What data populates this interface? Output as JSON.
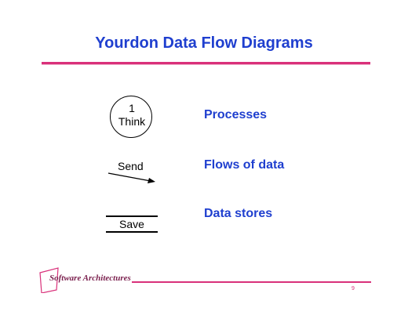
{
  "slide": {
    "title": "Yourdon Data Flow Diagrams",
    "page_number": "9",
    "footer": "Software Architectures"
  },
  "diagram": {
    "process": {
      "number": "1",
      "name": "Think"
    },
    "flow": {
      "label": "Send"
    },
    "store": {
      "label": "Save"
    }
  },
  "legend": {
    "processes": "Processes",
    "flows": "Flows of data",
    "stores": "Data stores"
  },
  "colors": {
    "title_blue": "#1f3fcf",
    "accent_pink": "#d9307a",
    "footer_text": "#7a1f4d"
  }
}
